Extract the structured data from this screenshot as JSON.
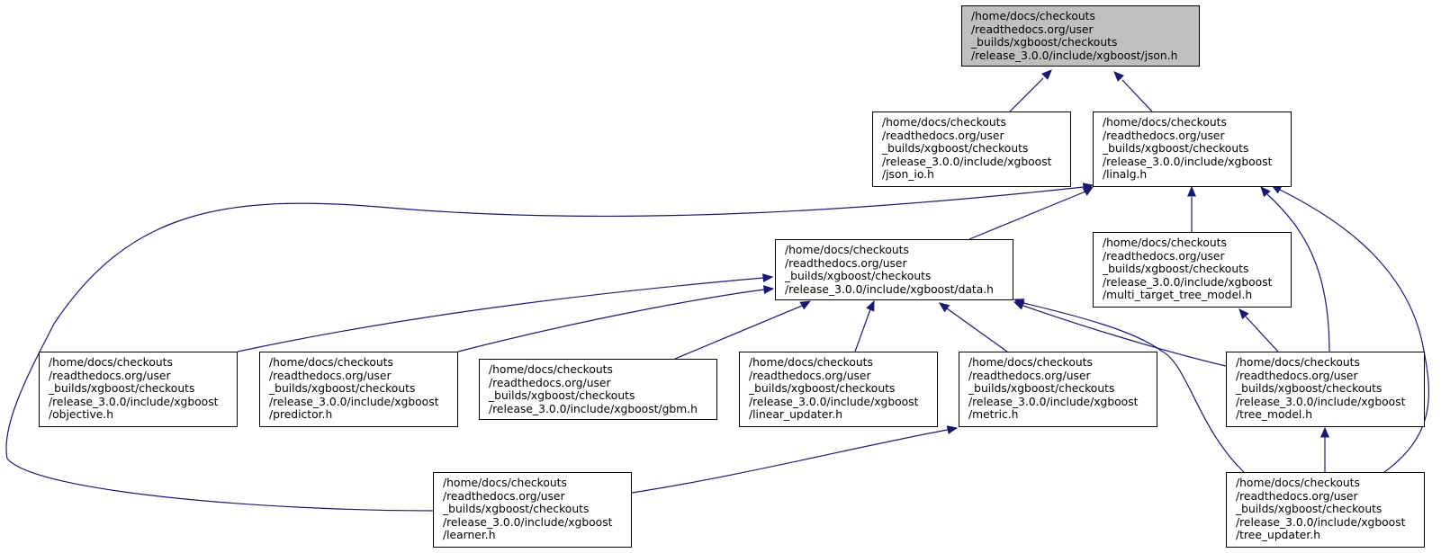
{
  "colors": {
    "edge": "#191970",
    "root_fill": "#bfbfbf",
    "node_fill": "#ffffff",
    "border": "#000000"
  },
  "nodes": {
    "json_h": {
      "lines": [
        "/home/docs/checkouts",
        "/readthedocs.org/user",
        "_builds/xgboost/checkouts",
        "/release_3.0.0/include/xgboost/json.h"
      ]
    },
    "json_io_h": {
      "lines": [
        "/home/docs/checkouts",
        "/readthedocs.org/user",
        "_builds/xgboost/checkouts",
        "/release_3.0.0/include/xgboost",
        "/json_io.h"
      ]
    },
    "linalg_h": {
      "lines": [
        "/home/docs/checkouts",
        "/readthedocs.org/user",
        "_builds/xgboost/checkouts",
        "/release_3.0.0/include/xgboost",
        "/linalg.h"
      ]
    },
    "data_h": {
      "lines": [
        "/home/docs/checkouts",
        "/readthedocs.org/user",
        "_builds/xgboost/checkouts",
        "/release_3.0.0/include/xgboost/data.h"
      ]
    },
    "multi_target_tree_model_h": {
      "lines": [
        "/home/docs/checkouts",
        "/readthedocs.org/user",
        "_builds/xgboost/checkouts",
        "/release_3.0.0/include/xgboost",
        "/multi_target_tree_model.h"
      ]
    },
    "objective_h": {
      "lines": [
        "/home/docs/checkouts",
        "/readthedocs.org/user",
        "_builds/xgboost/checkouts",
        "/release_3.0.0/include/xgboost",
        "/objective.h"
      ]
    },
    "predictor_h": {
      "lines": [
        "/home/docs/checkouts",
        "/readthedocs.org/user",
        "_builds/xgboost/checkouts",
        "/release_3.0.0/include/xgboost",
        "/predictor.h"
      ]
    },
    "gbm_h": {
      "lines": [
        "/home/docs/checkouts",
        "/readthedocs.org/user",
        "_builds/xgboost/checkouts",
        "/release_3.0.0/include/xgboost/gbm.h"
      ]
    },
    "linear_updater_h": {
      "lines": [
        "/home/docs/checkouts",
        "/readthedocs.org/user",
        "_builds/xgboost/checkouts",
        "/release_3.0.0/include/xgboost",
        "/linear_updater.h"
      ]
    },
    "metric_h": {
      "lines": [
        "/home/docs/checkouts",
        "/readthedocs.org/user",
        "_builds/xgboost/checkouts",
        "/release_3.0.0/include/xgboost",
        "/metric.h"
      ]
    },
    "tree_model_h": {
      "lines": [
        "/home/docs/checkouts",
        "/readthedocs.org/user",
        "_builds/xgboost/checkouts",
        "/release_3.0.0/include/xgboost",
        "/tree_model.h"
      ]
    },
    "learner_h": {
      "lines": [
        "/home/docs/checkouts",
        "/readthedocs.org/user",
        "_builds/xgboost/checkouts",
        "/release_3.0.0/include/xgboost",
        "/learner.h"
      ]
    },
    "tree_updater_h": {
      "lines": [
        "/home/docs/checkouts",
        "/readthedocs.org/user",
        "_builds/xgboost/checkouts",
        "/release_3.0.0/include/xgboost",
        "/tree_updater.h"
      ]
    }
  },
  "edges": [
    {
      "from": "json_io_h",
      "to": "json_h"
    },
    {
      "from": "linalg_h",
      "to": "json_h"
    },
    {
      "from": "data_h",
      "to": "linalg_h"
    },
    {
      "from": "multi_target_tree_model_h",
      "to": "linalg_h"
    },
    {
      "from": "learner_h",
      "to": "linalg_h"
    },
    {
      "from": "tree_model_h",
      "to": "linalg_h"
    },
    {
      "from": "tree_updater_h",
      "to": "linalg_h"
    },
    {
      "from": "objective_h",
      "to": "data_h"
    },
    {
      "from": "predictor_h",
      "to": "data_h"
    },
    {
      "from": "gbm_h",
      "to": "data_h"
    },
    {
      "from": "linear_updater_h",
      "to": "data_h"
    },
    {
      "from": "metric_h",
      "to": "data_h"
    },
    {
      "from": "tree_model_h",
      "to": "data_h"
    },
    {
      "from": "tree_updater_h",
      "to": "data_h"
    },
    {
      "from": "tree_model_h",
      "to": "multi_target_tree_model_h"
    },
    {
      "from": "learner_h",
      "to": "metric_h"
    },
    {
      "from": "tree_updater_h",
      "to": "tree_model_h"
    }
  ]
}
